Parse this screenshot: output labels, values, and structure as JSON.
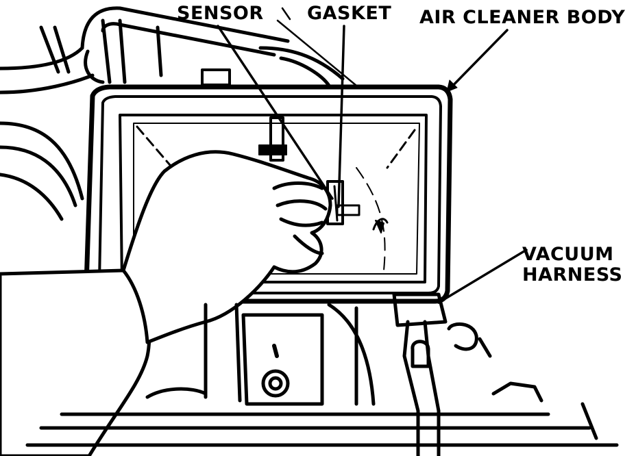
{
  "labels": {
    "sensor": "SENSOR",
    "gasket": "GASKET",
    "air_cleaner_body": "AIR CLEANER BODY",
    "vacuum_harness_line1": "VACUUM",
    "vacuum_harness_line2": "HARNESS"
  },
  "colors": {
    "ink": "#000000",
    "paper": "#ffffff"
  }
}
